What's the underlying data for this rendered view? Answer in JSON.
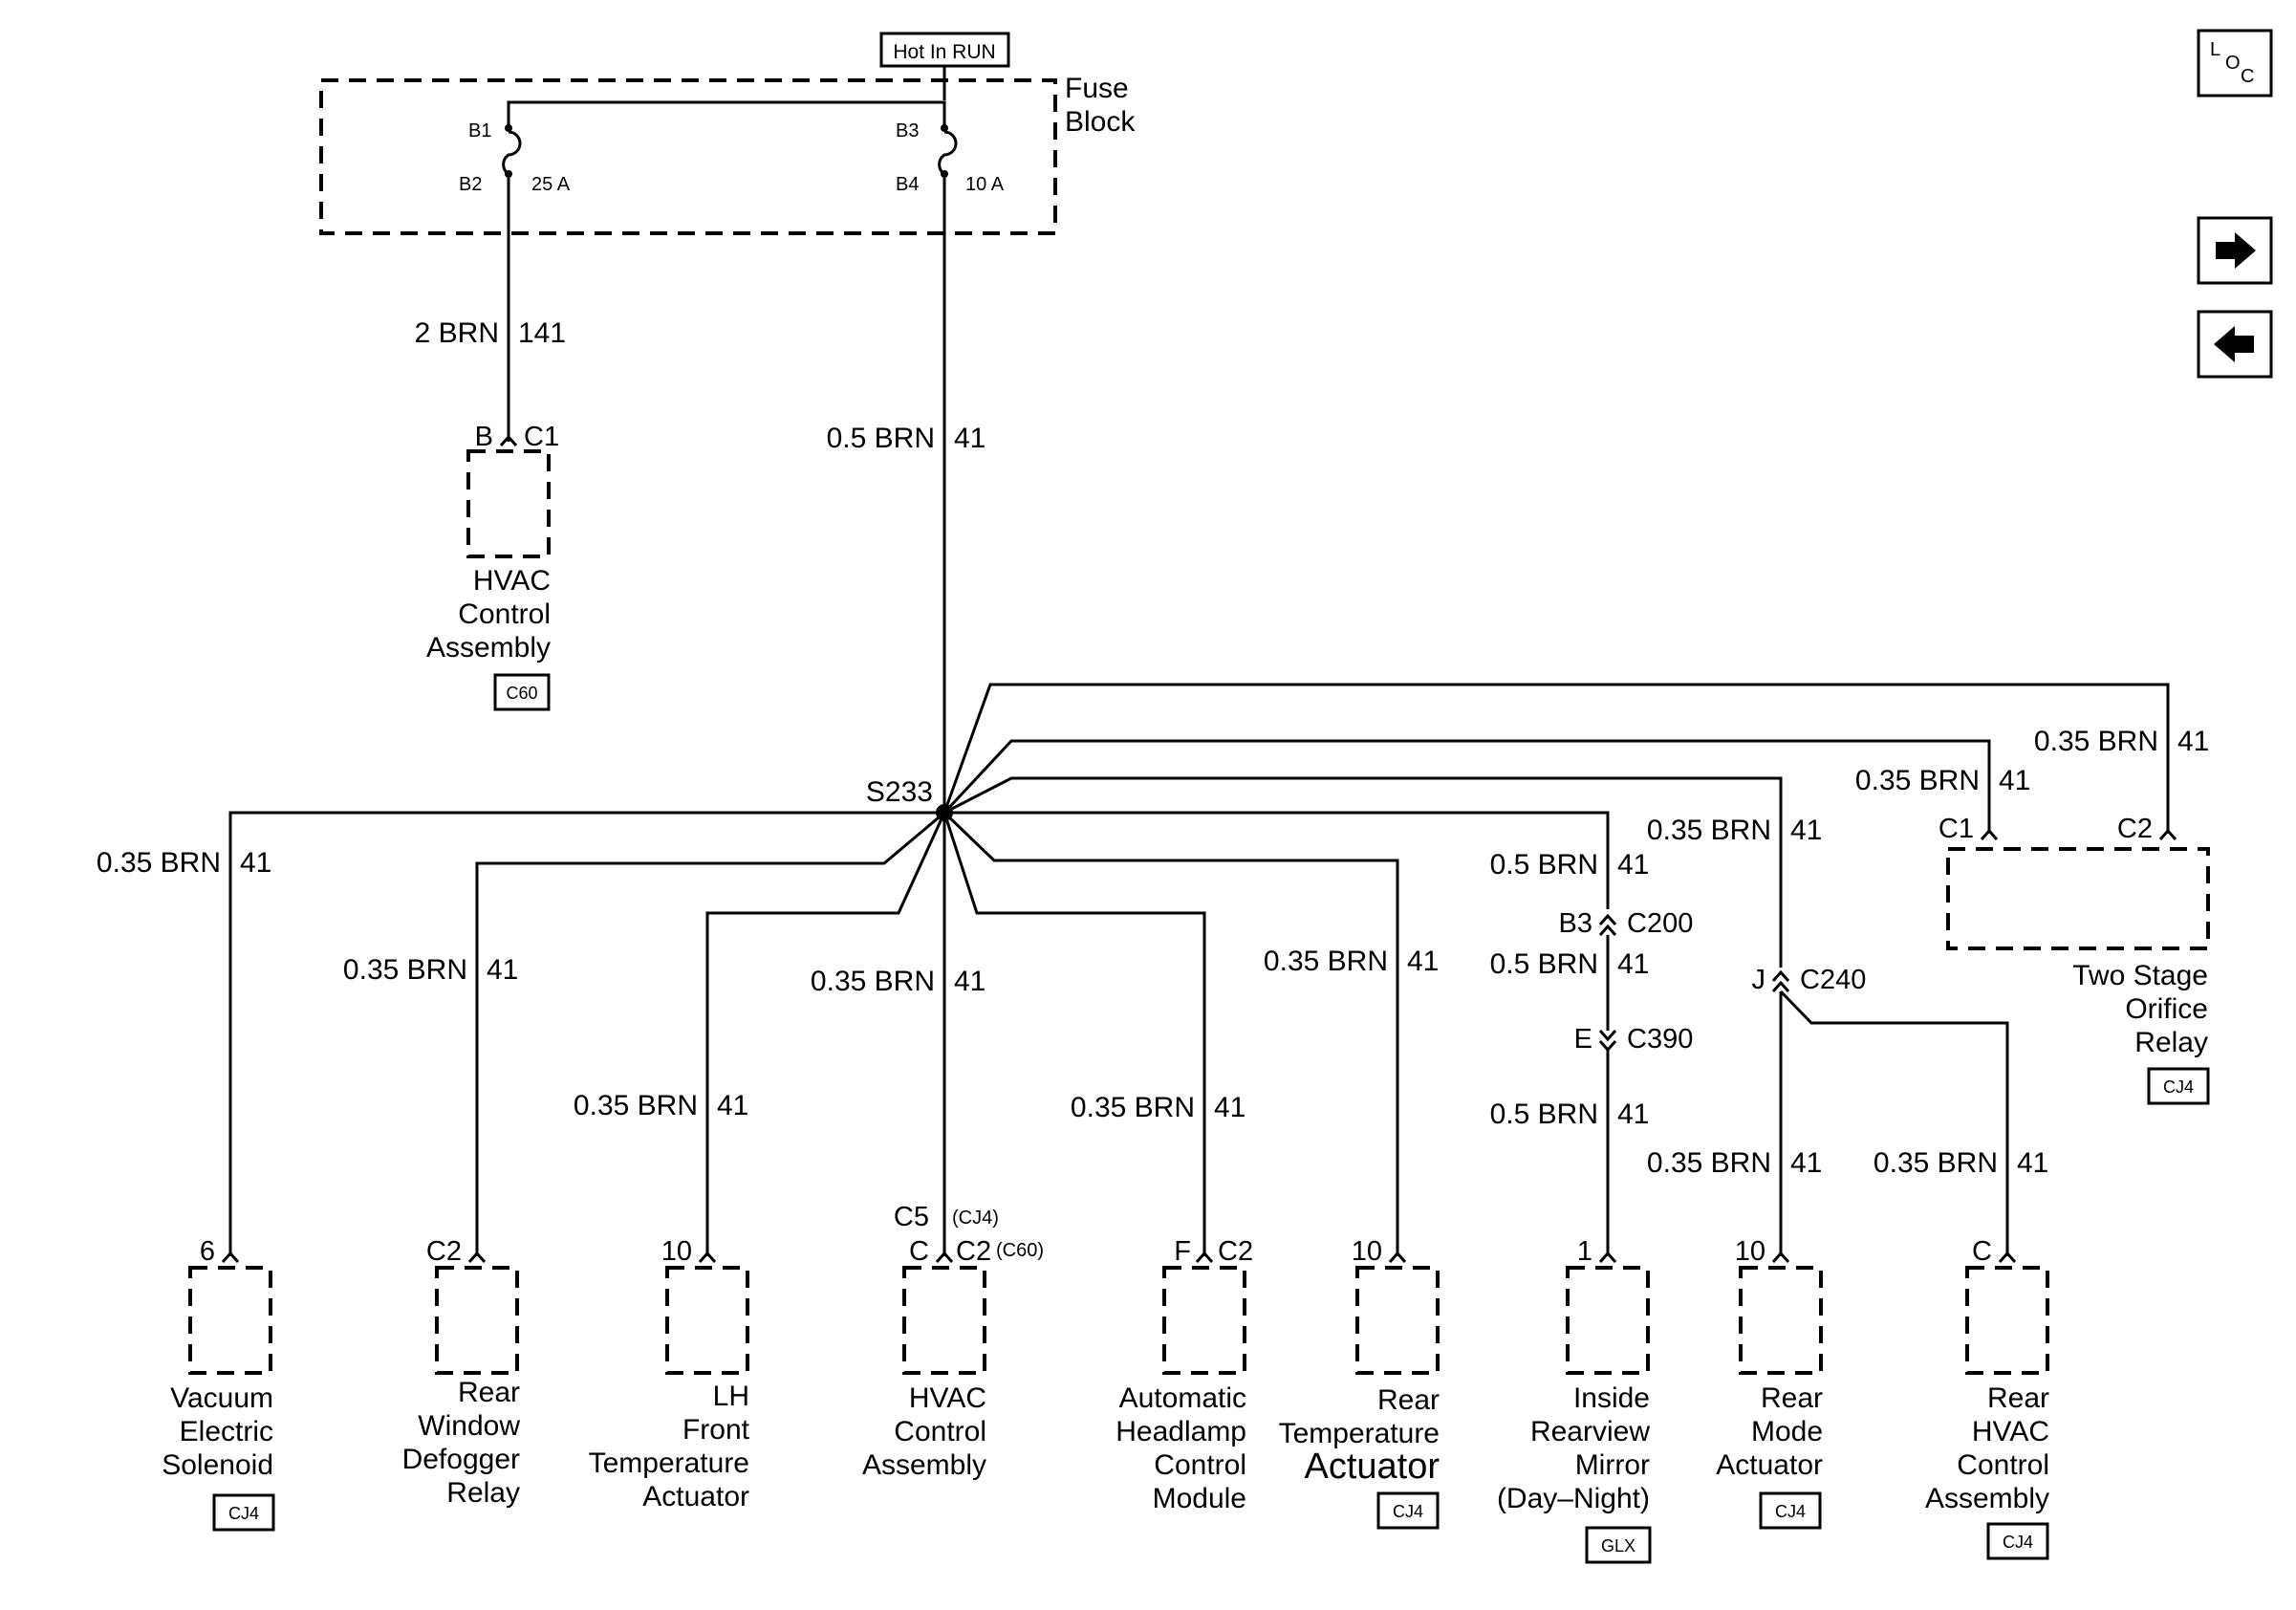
{
  "source": {
    "label": "Hot In RUN"
  },
  "fuse_block": {
    "label_line1": "Fuse",
    "label_line2": "Block",
    "fuse1": {
      "in_pin": "B1",
      "out_pin": "B2",
      "rating": "25 A"
    },
    "fuse2": {
      "in_pin": "B3",
      "out_pin": "B4",
      "rating": "10 A"
    }
  },
  "nav": {
    "loc_l": "L",
    "loc_o": "O",
    "loc_c": "C",
    "next_icon": "arrow-right-icon",
    "prev_icon": "arrow-left-icon"
  },
  "splice": {
    "label": "S233"
  },
  "wires": {
    "fuse1_wire": {
      "gauge": "2 BRN",
      "circuit": "141"
    },
    "fuse2_wire": {
      "gauge": "0.5 BRN",
      "circuit": "41"
    },
    "w_vacuum": {
      "gauge": "0.35 BRN",
      "circuit": "41"
    },
    "w_defog": {
      "gauge": "0.35 BRN",
      "circuit": "41"
    },
    "w_lh": {
      "gauge": "0.35 BRN",
      "circuit": "41"
    },
    "w_hvac": {
      "gauge": "0.35 BRN",
      "circuit": "41"
    },
    "w_headlamp": {
      "gauge": "0.35 BRN",
      "circuit": "41"
    },
    "w_reartemp": {
      "gauge": "0.35 BRN",
      "circuit": "41"
    },
    "w_mirror1": {
      "gauge": "0.5 BRN",
      "circuit": "41"
    },
    "w_mirror2": {
      "gauge": "0.5 BRN",
      "circuit": "41"
    },
    "w_mirror3": {
      "gauge": "0.5 BRN",
      "circuit": "41"
    },
    "w_c240": {
      "gauge": "0.35 BRN",
      "circuit": "41"
    },
    "w_rearmode": {
      "gauge": "0.35 BRN",
      "circuit": "41"
    },
    "w_rearhvac": {
      "gauge": "0.35 BRN",
      "circuit": "41"
    },
    "w_tso_c1": {
      "gauge": "0.35 BRN",
      "circuit": "41"
    },
    "w_tso_c2": {
      "gauge": "0.35 BRN",
      "circuit": "41"
    }
  },
  "inline_connectors": {
    "c200": {
      "pin": "B3",
      "name": "C200"
    },
    "c390": {
      "pin": "E",
      "name": "C390"
    },
    "c240": {
      "pin": "J",
      "name": "C240"
    }
  },
  "components": {
    "hvac_top": {
      "pin": "B",
      "conn": "C1",
      "lines": [
        "HVAC",
        "Control",
        "Assembly"
      ],
      "tag": "C60"
    },
    "vacuum": {
      "pin": "6",
      "lines": [
        "Vacuum",
        "Electric",
        "Solenoid"
      ],
      "tag": "CJ4"
    },
    "defog": {
      "pin": "C2",
      "lines": [
        "Rear",
        "Window",
        "Defogger",
        "Relay"
      ]
    },
    "lh_temp": {
      "pin": "10",
      "lines": [
        "LH",
        "Front",
        "Temperature",
        "Actuator"
      ]
    },
    "hvac_bottom": {
      "pin_top": "C5",
      "pin_top_note": "(CJ4)",
      "pin": "C",
      "conn": "C2",
      "conn_note": "(C60)",
      "lines": [
        "HVAC",
        "Control",
        "Assembly"
      ]
    },
    "headlamp": {
      "pin": "F",
      "conn": "C2",
      "lines": [
        "Automatic",
        "Headlamp",
        "Control",
        "Module"
      ]
    },
    "rear_temp": {
      "pin": "10",
      "lines": [
        "Rear",
        "Temperature",
        "Actuator"
      ],
      "tag": "CJ4"
    },
    "mirror": {
      "pin": "1",
      "lines": [
        "Inside",
        "Rearview",
        "Mirror",
        "(Day–Night)"
      ],
      "tag": "GLX"
    },
    "rear_mode": {
      "pin": "10",
      "lines": [
        "Rear",
        "Mode",
        "Actuator"
      ],
      "tag": "CJ4"
    },
    "rear_hvac": {
      "pin": "C",
      "lines": [
        "Rear",
        "HVAC",
        "Control",
        "Assembly"
      ],
      "tag": "CJ4"
    },
    "two_stage": {
      "pin_c1": "C1",
      "pin_c2": "C2",
      "lines": [
        "Two Stage",
        "Orifice",
        "Relay"
      ],
      "tag": "CJ4"
    }
  }
}
